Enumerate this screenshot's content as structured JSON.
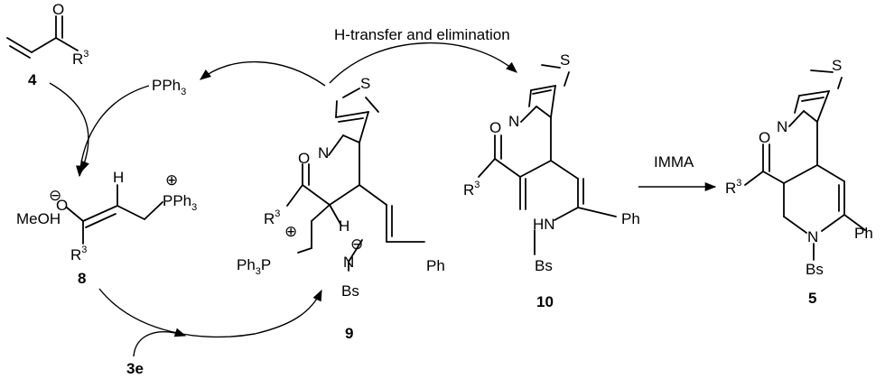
{
  "header": {
    "step_label": "H-transfer and elimination"
  },
  "compounds": {
    "c4": {
      "number": "4",
      "r_group": "R",
      "r_index": "3",
      "carbonyl": "O"
    },
    "c8": {
      "number": "8",
      "solvent": "MeOH",
      "oxygen": "O",
      "r_group": "R",
      "r_index": "3",
      "hydrogen": "H",
      "phosphonium": "PPh",
      "ph_index": "3"
    },
    "c9": {
      "number": "9",
      "carbonyl": "O",
      "r_group": "R",
      "r_index": "3",
      "phosphonium": "Ph",
      "ph_index": "3",
      "phosphorus": "P",
      "hydrogen": "H",
      "nitrogen": "N",
      "sulfonyl": "Bs",
      "phenyl": "Ph"
    },
    "c10": {
      "number": "10",
      "carbonyl": "O",
      "r_group": "R",
      "r_index": "3",
      "amine": "HN",
      "sulfonyl": "Bs",
      "phenyl": "Ph"
    },
    "c5": {
      "number": "5",
      "carbonyl": "O",
      "r_group": "R",
      "r_index": "3",
      "nitrogen": "N",
      "sulfonyl": "Bs",
      "phenyl": "Ph"
    }
  },
  "thiazole": {
    "s_label": "S",
    "n_label": "N"
  },
  "reagents": {
    "catalyst": {
      "label": "PPh",
      "index": "3"
    },
    "substrate": {
      "label": "3e"
    },
    "cyclization": {
      "label": "IMMA"
    }
  },
  "charges": {
    "plus": "⊕",
    "minus": "⊖"
  },
  "colors": {
    "ink": "#000000",
    "background": "#ffffff"
  }
}
